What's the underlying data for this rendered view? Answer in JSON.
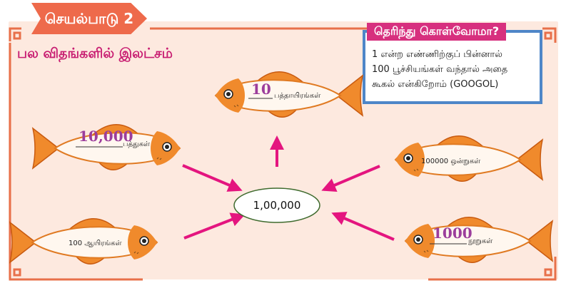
{
  "activity": {
    "tag": "செயல்பாடு 2",
    "title": "பல விதங்களில் இலட்சம்"
  },
  "info": {
    "heading": "தெரிந்து கொள்வோமா?",
    "lines": [
      "1 என்ற எண்ணிற்குப் பின்னால்",
      "100 பூச்சியங்கள் வந்தால் அதை",
      "கூகல் என்கிறோம் (GOOGOL)"
    ]
  },
  "diagram": {
    "center": "1,00,000",
    "fish": [
      {
        "value": "10",
        "label": "பத்தாயிரங்கள்"
      },
      {
        "value": "10,000",
        "label": "பத்துகள்"
      },
      {
        "value": "",
        "label": "100000 ஒன்றுகள்"
      },
      {
        "value": "",
        "label": "100 ஆயிரங்கள்"
      },
      {
        "value": "1000",
        "label": "நூறுகள்"
      }
    ]
  },
  "colors": {
    "panel_bg": "#fde9df",
    "tag_bg": "#ee6a4b",
    "title_text": "#c81e72",
    "arrow": "#e4157f",
    "fish_orange": "#f08a2c",
    "handwritten_value": "#9c3d9c",
    "info_border": "#4e86c8",
    "info_heading_bg": "#d7307e"
  }
}
